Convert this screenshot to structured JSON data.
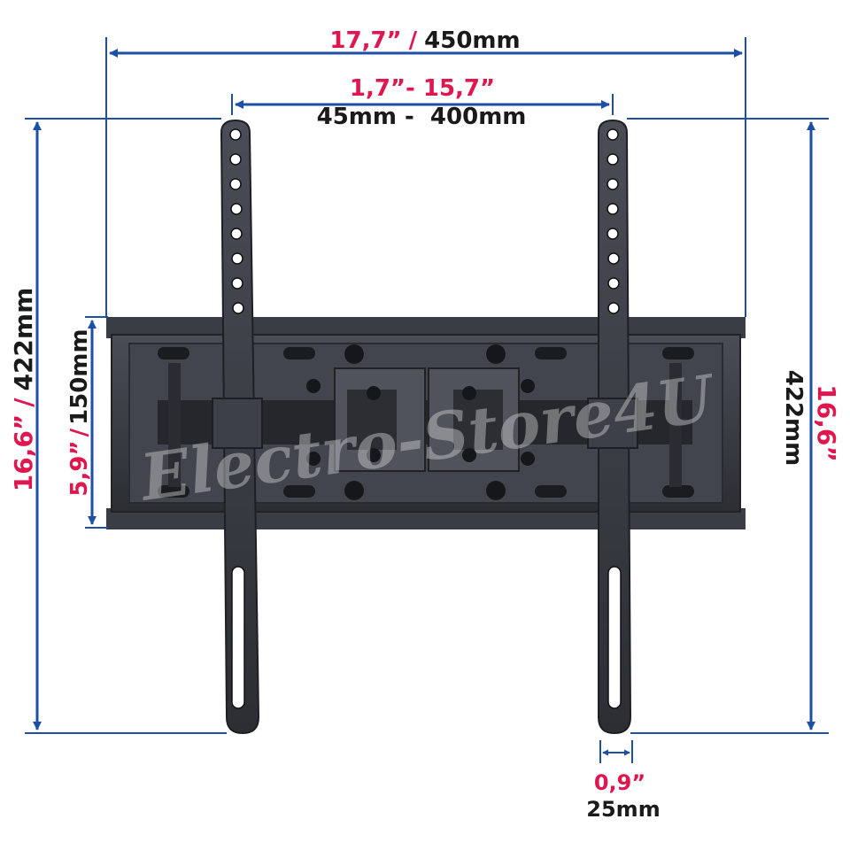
{
  "dimensions": {
    "overall_width": {
      "imperial": "17,7”",
      "separator": "/",
      "metric": "450mm"
    },
    "vesa_horizontal": {
      "imperial": "1,7”- 15,7”",
      "metric": "45mm -  400mm"
    },
    "overall_height_left": {
      "imperial": "16,6”",
      "separator": "/",
      "metric": "422mm"
    },
    "wall_plate_height": {
      "imperial": "5,9”",
      "separator": "/",
      "metric": "150mm"
    },
    "overall_height_right": {
      "imperial": "16,6”",
      "metric": "422mm"
    },
    "arm_width": {
      "imperial": "0,9”",
      "metric": "25mm"
    }
  },
  "watermark": "Electro-Store4U",
  "colors": {
    "dimension_line": "#1d4fa5",
    "imperial_text": "#e0174f",
    "metric_text": "#1a1a1a",
    "metal": "#3b3e46"
  }
}
